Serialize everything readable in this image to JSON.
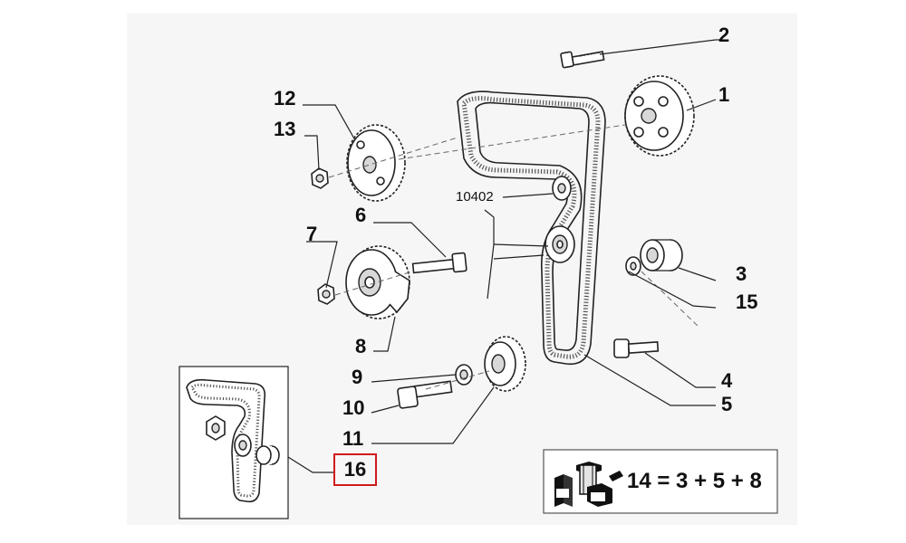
{
  "diagram": {
    "labels": {
      "p1": "1",
      "p2": "2",
      "p3": "3",
      "p4": "4",
      "p5": "5",
      "p6": "6",
      "p7": "7",
      "p8": "8",
      "p9": "9",
      "p10": "10",
      "p11": "11",
      "p12": "12",
      "p13": "13",
      "p15": "15",
      "p16": "16",
      "p10402": "10402"
    },
    "kit_formula": "14 = 3 + 5 + 8",
    "highlight_color": "#d01a1a"
  }
}
